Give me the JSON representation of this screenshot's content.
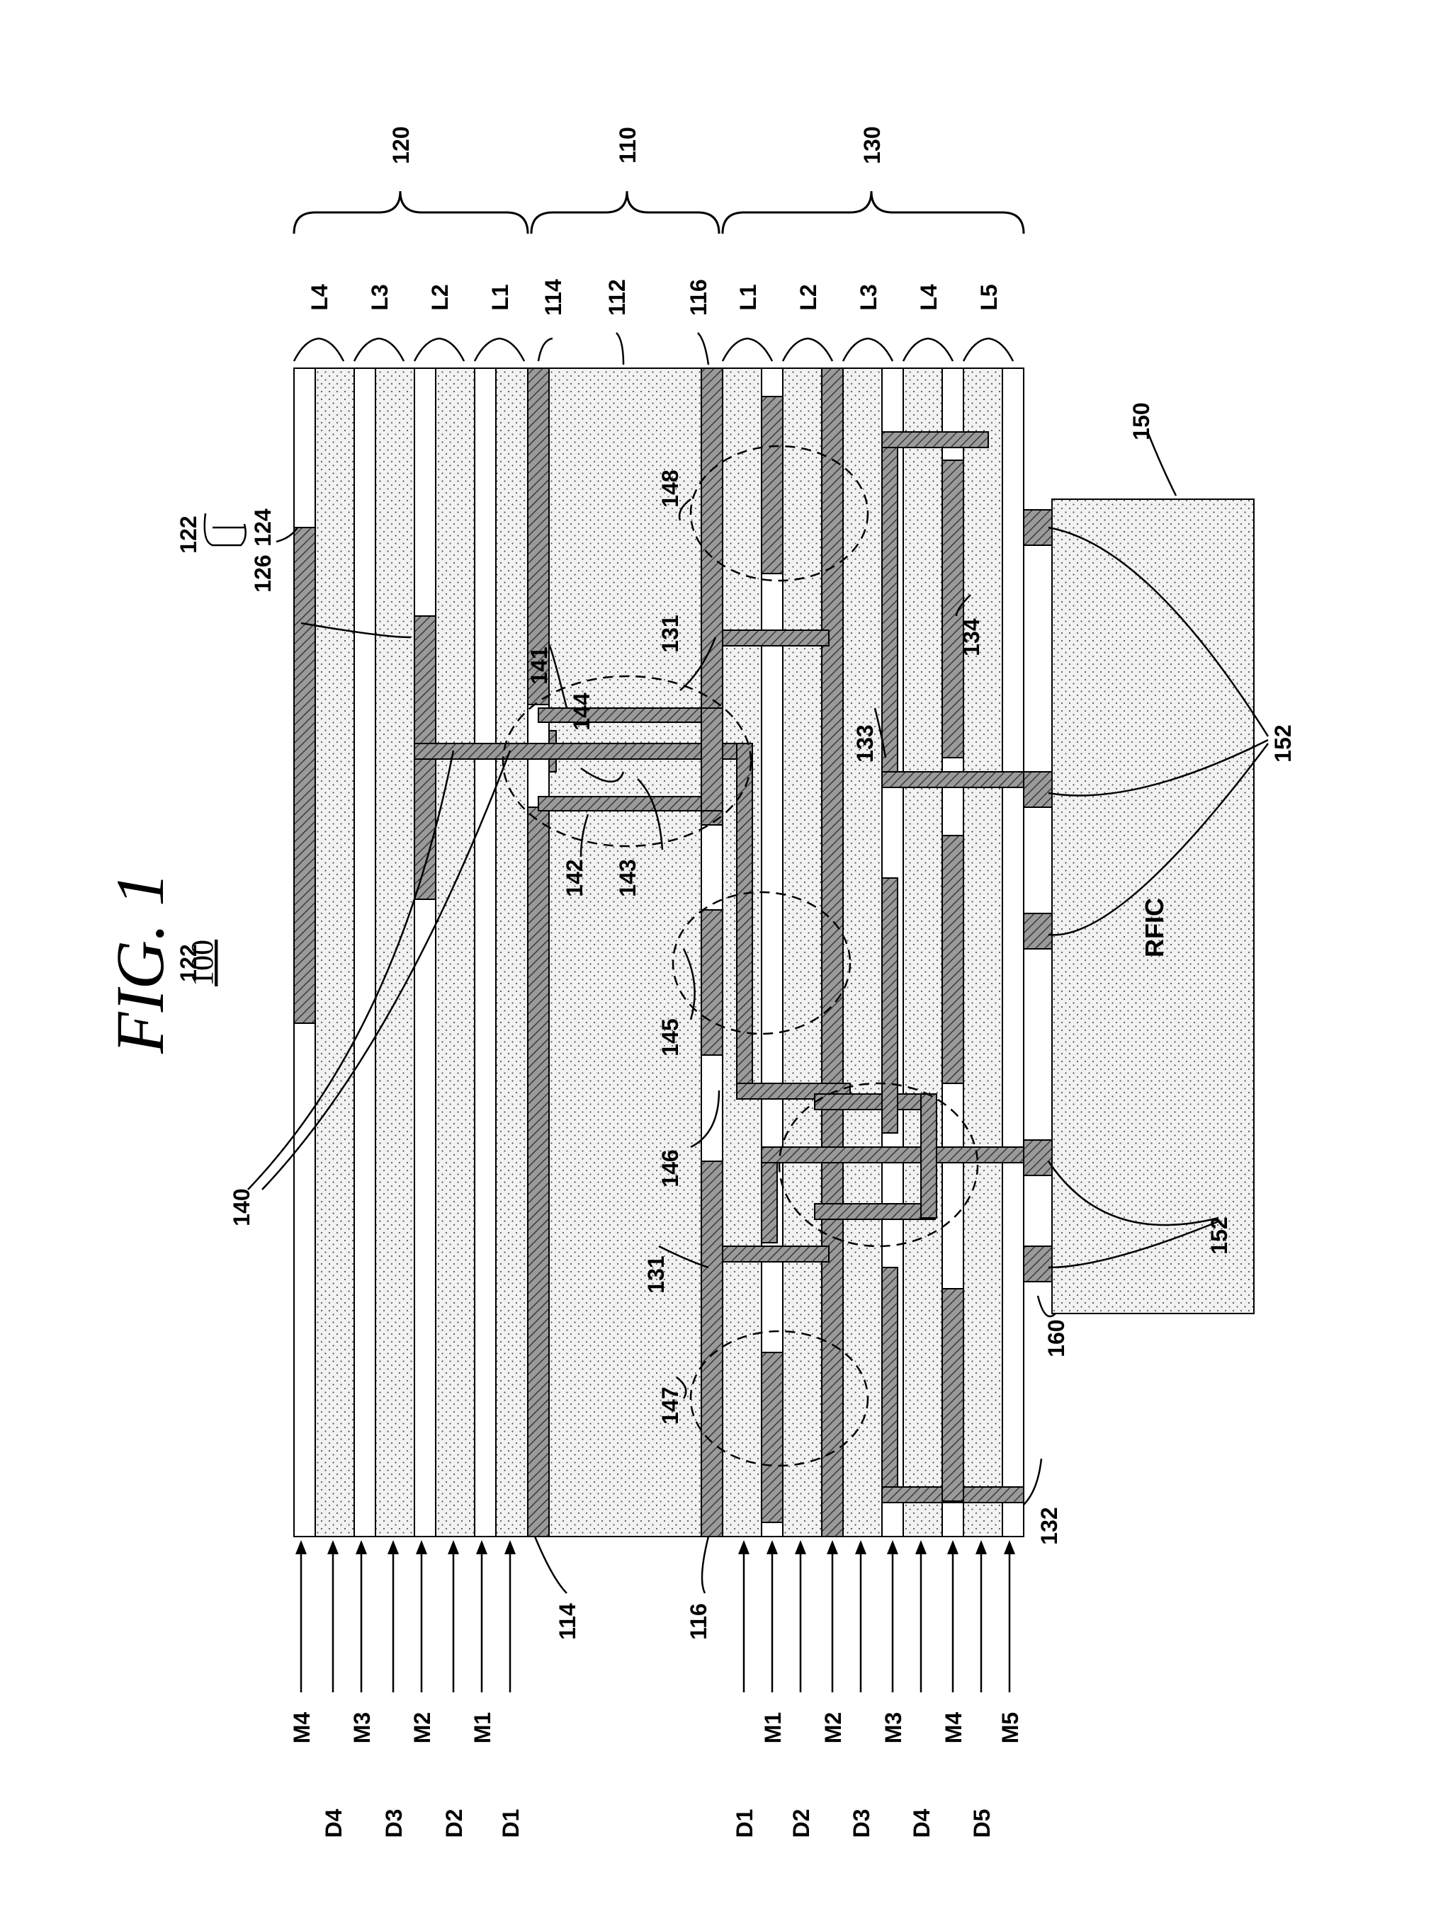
{
  "figure": {
    "title": "FIG. 1",
    "number": "100"
  },
  "groups": {
    "top_stack": "120",
    "core": "110",
    "bottom_stack": "130"
  },
  "top_layers": [
    "L4",
    "L3",
    "L2",
    "L1"
  ],
  "core_labels": [
    "114",
    "112",
    "116"
  ],
  "bottom_layers": [
    "L1",
    "L2",
    "L3",
    "L4",
    "L5"
  ],
  "top_side_labels": [
    "M4",
    "D4",
    "M3",
    "D3",
    "M2",
    "D2",
    "M1",
    "D1"
  ],
  "bottom_side_labels": [
    "D1",
    "M1",
    "D2",
    "M2",
    "D3",
    "M3",
    "D4",
    "M4",
    "D5",
    "M5"
  ],
  "left_refs": [
    "114",
    "116"
  ],
  "refs": {
    "r122": "122",
    "r124": "124",
    "r126": "126",
    "r140": "140",
    "r141": "141",
    "r142": "142",
    "r143": "143",
    "r144": "144",
    "r145": "145",
    "r146": "146",
    "r147": "147",
    "r148": "148",
    "r131a": "131",
    "r131b": "131",
    "r132": "132",
    "r133": "133",
    "r134": "134",
    "r150": "150",
    "r152a": "152",
    "r152b": "152",
    "r160": "160"
  },
  "chip_label": "RFIC"
}
